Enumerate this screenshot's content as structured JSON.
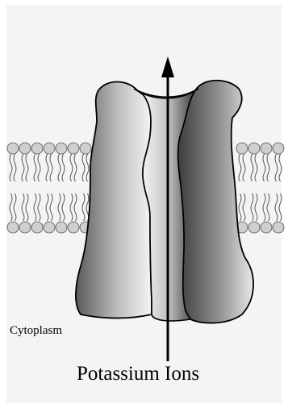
{
  "labels": {
    "cytoplasm": "Cytoplasm",
    "ions": "Potassium Ions"
  },
  "colors": {
    "background": "#ffffff",
    "page": "#f4f4f4",
    "lipid_head": "#cfcfcf",
    "outline": "#000000",
    "channel_light": "#f2f2f2",
    "channel_dark": "#4a4a4a"
  },
  "arrow_direction": "up"
}
